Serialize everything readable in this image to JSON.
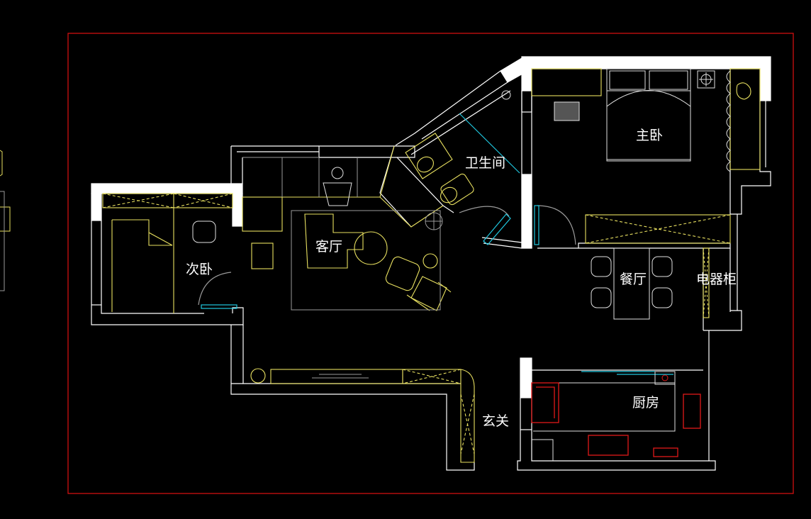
{
  "rooms": {
    "master_bedroom": "主卧",
    "bathroom": "卫生间",
    "second_bedroom": "次卧",
    "living_room": "客厅",
    "dining_room": "餐厅",
    "appliance_cabinet": "电器柜",
    "kitchen": "厨房",
    "entrance": "玄关"
  },
  "colors": {
    "background": "#000000",
    "frame": "#e01010",
    "wall": "#ffffff",
    "furniture": "#e8e060",
    "glass_door": "#20c8e0",
    "kitchen_appliance": "#e01818",
    "line_grey": "#9a9a9a"
  }
}
